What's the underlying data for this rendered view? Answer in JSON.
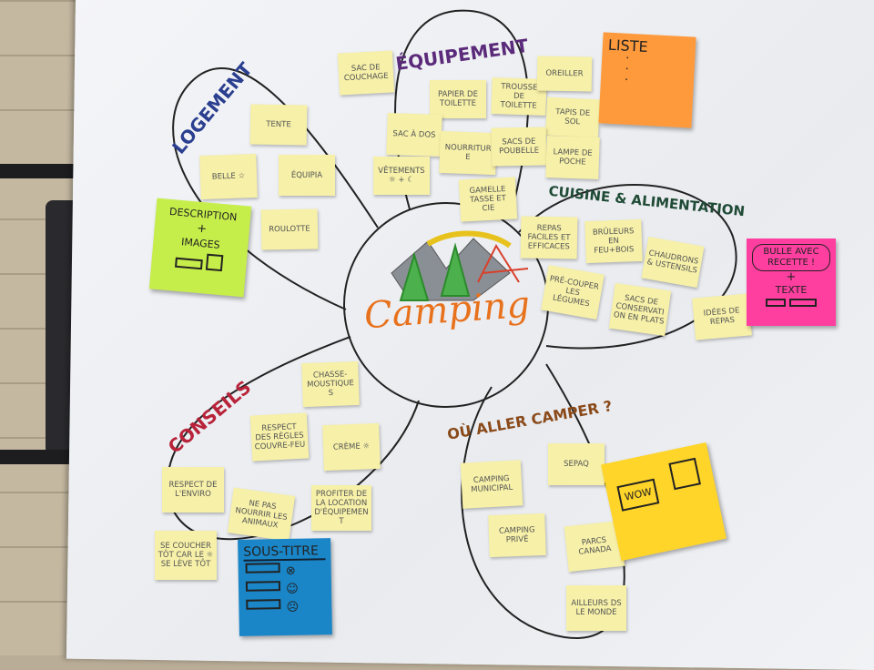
{
  "central_topic": "Camping",
  "branches": [
    {
      "title": "Logement",
      "color": "#2a3f8f",
      "notes": [
        "Tente",
        "Belle ☆",
        "Équipia",
        "Roulotte"
      ]
    },
    {
      "title": "Équipement",
      "color": "#5b2a7a",
      "notes": [
        "Sac de couchage",
        "Papier de toilette",
        "Trousse de toilette",
        "Oreiller",
        "Tapis de sol",
        "Sac à dos",
        "Nourriture",
        "Sacs de poubelle",
        "Lampe de poche",
        "Vêtements ☼ + ☾",
        "Gamelle tasse et cie"
      ]
    },
    {
      "title": "Cuisine & Alimentation",
      "color": "#1f4a35",
      "notes": [
        "Repas faciles et efficaces",
        "Brûleurs en feu+bois",
        "Chaudrons & ustensils",
        "Pré-couper les légumes",
        "Sacs de conservation en plats",
        "Idées de repas"
      ]
    },
    {
      "title": "Conseils",
      "color": "#b8233a",
      "notes": [
        "Chasse-moustiques",
        "Respect des règles couvre-feu",
        "Crème ☼",
        "Respect de l'enviro",
        "Ne pas nourrir les animaux",
        "Profiter de la location d'équipement",
        "Se coucher tôt car le ☼ se lève tôt"
      ]
    },
    {
      "title": "Où aller camper ?",
      "color": "#8a4a1a",
      "notes": [
        "SEPAQ",
        "Camping municipal",
        "Camping privé",
        "Parcs Canada",
        "Ailleurs ds le monde"
      ]
    }
  ],
  "template_notes": {
    "liste": {
      "text": "Liste",
      "color": "#ff9a3c"
    },
    "description": {
      "line1": "Description",
      "plus": "+",
      "line2": "Images",
      "color": "#c6ee4a"
    },
    "bulle": {
      "line1": "Bulle avec recette !",
      "plus": "+",
      "line2": "Texte",
      "color": "#ff3fa0"
    },
    "sous_titre": {
      "text": "Sous-titre",
      "color": "#1a86c8"
    },
    "wow": {
      "text": "Wow",
      "color": "#ffd52a"
    }
  }
}
